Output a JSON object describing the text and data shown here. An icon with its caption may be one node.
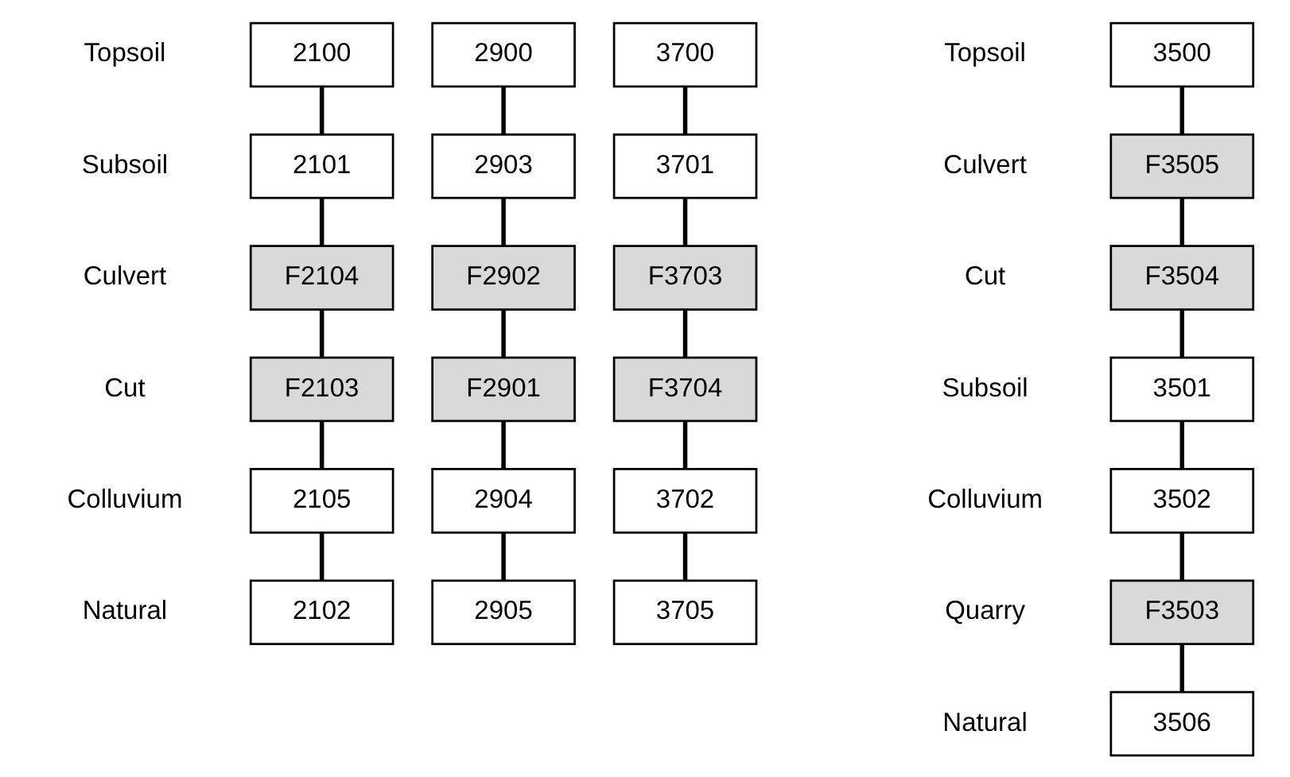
{
  "diagram": {
    "nodes": [
      {
        "text": [
          "2100"
        ]
      },
      {
        "text": [
          "2101"
        ]
      },
      {
        "text": [
          "F2104"
        ]
      },
      {
        "text": [
          "F2103"
        ]
      },
      {
        "text": [
          "2105"
        ]
      },
      {
        "text": [
          "2102"
        ]
      },
      {
        "text": [
          "2900"
        ]
      },
      {
        "text": [
          "2903"
        ]
      },
      {
        "text": [
          "F2902"
        ]
      },
      {
        "text": [
          "F2901"
        ]
      },
      {
        "text": [
          "2904"
        ]
      },
      {
        "text": [
          "2905"
        ]
      },
      {
        "text": [
          "3700"
        ]
      },
      {
        "text": [
          "3701"
        ]
      },
      {
        "text": [
          "F3703"
        ]
      },
      {
        "text": [
          "F3704"
        ]
      },
      {
        "text": [
          "3702"
        ]
      },
      {
        "text": [
          "3705"
        ]
      },
      {
        "text": [
          "3500"
        ]
      },
      {
        "text": [
          "F3505"
        ]
      },
      {
        "text": [
          "F3504"
        ]
      },
      {
        "text": [
          "3501"
        ]
      },
      {
        "text": [
          "3502"
        ]
      },
      {
        "text": [
          "F3503"
        ]
      },
      {
        "text": [
          "3506"
        ]
      }
    ],
    "edges": [
      {
        "from": 0,
        "to": 1,
        "arrow": "none"
      },
      {
        "from": 1,
        "to": 2,
        "arrow": "none"
      },
      {
        "from": 2,
        "to": 3,
        "arrow": "none"
      },
      {
        "from": 3,
        "to": 4,
        "arrow": "none"
      },
      {
        "from": 4,
        "to": 5,
        "arrow": "none"
      },
      {
        "from": 6,
        "to": 7,
        "arrow": "none"
      },
      {
        "from": 7,
        "to": 8,
        "arrow": "none"
      },
      {
        "from": 8,
        "to": 9,
        "arrow": "none"
      },
      {
        "from": 9,
        "to": 10,
        "arrow": "none"
      },
      {
        "from": 10,
        "to": 11,
        "arrow": "none"
      },
      {
        "from": 12,
        "to": 13,
        "arrow": "none"
      },
      {
        "from": 13,
        "to": 14,
        "arrow": "none"
      },
      {
        "from": 14,
        "to": 15,
        "arrow": "none"
      },
      {
        "from": 15,
        "to": 16,
        "arrow": "none"
      },
      {
        "from": 16,
        "to": 17,
        "arrow": "none"
      },
      {
        "from": 18,
        "to": 19,
        "arrow": "none"
      },
      {
        "from": 19,
        "to": 20,
        "arrow": "none"
      },
      {
        "from": 20,
        "to": 21,
        "arrow": "none"
      },
      {
        "from": 21,
        "to": 22,
        "arrow": "none"
      },
      {
        "from": 22,
        "to": 23,
        "arrow": "none"
      },
      {
        "from": 23,
        "to": 24,
        "arrow": "none"
      }
    ],
    "labels": [
      "Topsoil",
      "Subsoil",
      "Culvert",
      "Cut",
      "Colluvium",
      "Natural",
      "Topsoil",
      "Culvert",
      "Cut",
      "Subsoil",
      "Colluvium",
      "Quarry",
      "Natural"
    ]
  }
}
